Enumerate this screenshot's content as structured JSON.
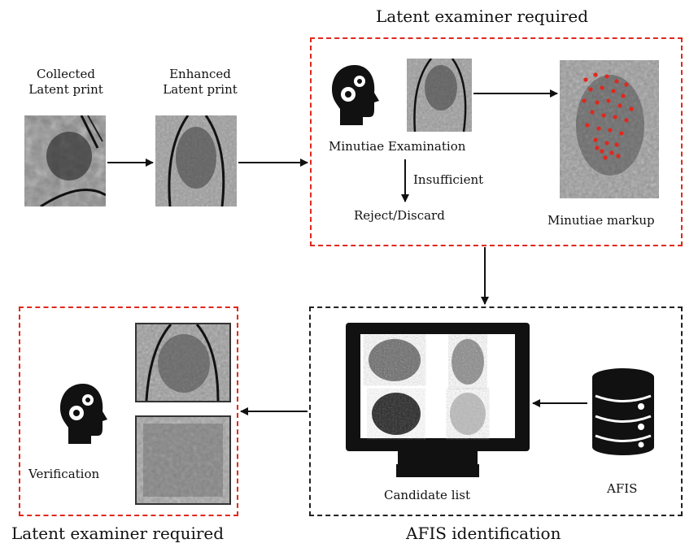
{
  "stages": {
    "collected": "Collected\nLatent print",
    "enhanced": "Enhanced\nLatent print",
    "minutiae_exam": "Minutiae Examination",
    "insufficient": "Insufficient",
    "reject": "Reject/Discard",
    "markup": "Minutiae markup",
    "candidate": "Candidate list",
    "afis": "AFIS",
    "verification": "Verification"
  },
  "regions": {
    "top_title": "Latent examiner required",
    "bottom_left_title": "Latent examiner required",
    "afis_title": "AFIS identification"
  },
  "colors": {
    "examiner_border": "#e0281e",
    "afis_border": "#222222",
    "minutiae_dot": "#e0281e"
  },
  "icons": [
    "head-gears-icon",
    "monitor-icon",
    "database-icon"
  ]
}
